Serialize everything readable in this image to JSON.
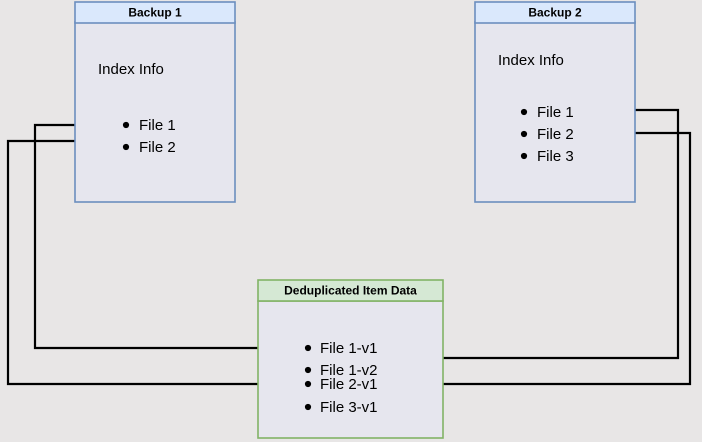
{
  "diagram": {
    "title": "Backup Deduplication Index Diagram",
    "background_color": "#e8e6e6",
    "colors": {
      "backup_header_fill": "#dae8fc",
      "backup_header_stroke": "#6c8ebf",
      "backup_body_fill": "#e6e6ee",
      "backup_body_stroke": "#6c8ebf",
      "dedup_header_fill": "#d5e8d4",
      "dedup_header_stroke": "#82b366",
      "dedup_body_fill": "#e6e6ee",
      "dedup_body_stroke": "#82b366",
      "connector_stroke": "#000000"
    },
    "boxes": [
      {
        "id": "backup-1",
        "header": "Backup 1",
        "body_label": "Index Info",
        "items": [
          {
            "label": "File 1"
          },
          {
            "label": "File 2"
          }
        ]
      },
      {
        "id": "backup-2",
        "header": "Backup 2",
        "body_label": "Index Info",
        "items": [
          {
            "label": "File 1"
          },
          {
            "label": "File 2"
          },
          {
            "label": "File 3"
          }
        ]
      },
      {
        "id": "deduplicated-item-data",
        "header": "Deduplicated Item Data",
        "body_label": "",
        "items": [
          {
            "label": "File 1-v1"
          },
          {
            "label": "File 1-v2"
          },
          {
            "label": "File 2-v1"
          },
          {
            "label": "File 3-v1"
          }
        ]
      }
    ],
    "connectors": [
      {
        "id": "backup1-file1-to-file1v1",
        "from": "Backup 1 / File 1",
        "to": "Deduplicated Item Data / File 1-v1",
        "direction": "left-route"
      },
      {
        "id": "backup1-file2-to-file2v1",
        "from": "Backup 1 / File 2",
        "to": "Deduplicated Item Data / File 2-v1",
        "direction": "left-route"
      },
      {
        "id": "backup2-file1-to-file1v2",
        "from": "Backup 2 / File 1",
        "to": "Deduplicated Item Data / File 1-v2",
        "direction": "right-route"
      },
      {
        "id": "backup2-file2-to-file2v1",
        "from": "Backup 2 / File 2",
        "to": "Deduplicated Item Data / File 2-v1",
        "direction": "right-route"
      }
    ]
  }
}
